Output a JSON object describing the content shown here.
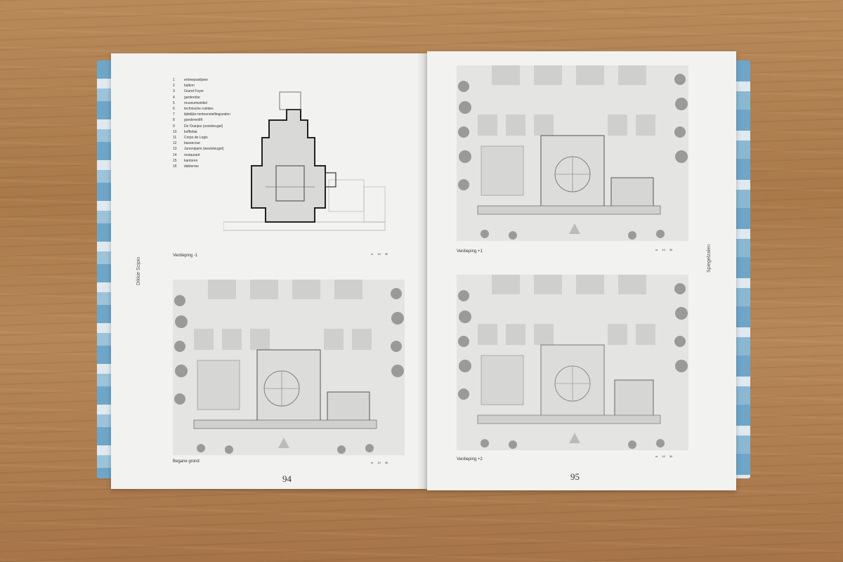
{
  "left_page": {
    "vertical_label": "Dikkie Scipio",
    "legend": [
      {
        "n": "1",
        "label": "entreepaviljoen"
      },
      {
        "n": "2",
        "label": "balkon"
      },
      {
        "n": "3",
        "label": "Grand Foyer"
      },
      {
        "n": "4",
        "label": "garderobe"
      },
      {
        "n": "5",
        "label": "museumwinkel"
      },
      {
        "n": "6",
        "label": "technische ruimtes"
      },
      {
        "n": "7",
        "label": "tijdelijke tentoonstellingszalen"
      },
      {
        "n": "8",
        "label": "goederenlift"
      },
      {
        "n": "9",
        "label": "De Oranjes (oostvleugel)"
      },
      {
        "n": "10",
        "label": "koffiebar"
      },
      {
        "n": "11",
        "label": "Corps de Logis"
      },
      {
        "n": "12",
        "label": "bassecour"
      },
      {
        "n": "13",
        "label": "Junoniparis (westvleugel)"
      },
      {
        "n": "14",
        "label": "restaurant"
      },
      {
        "n": "15",
        "label": "kantoren"
      },
      {
        "n": "16",
        "label": "dakterras"
      }
    ],
    "top_caption": "Verdieping -1",
    "bottom_caption": "Begane grond",
    "scale_labels": [
      "m",
      "10",
      "30"
    ],
    "page_number": "94"
  },
  "right_page": {
    "vertical_label": "Spiegelzalen",
    "top_caption": "Verdieping +1",
    "bottom_caption": "Verdieping +2",
    "scale_labels": [
      "m",
      "10",
      "30"
    ],
    "page_number": "95"
  }
}
